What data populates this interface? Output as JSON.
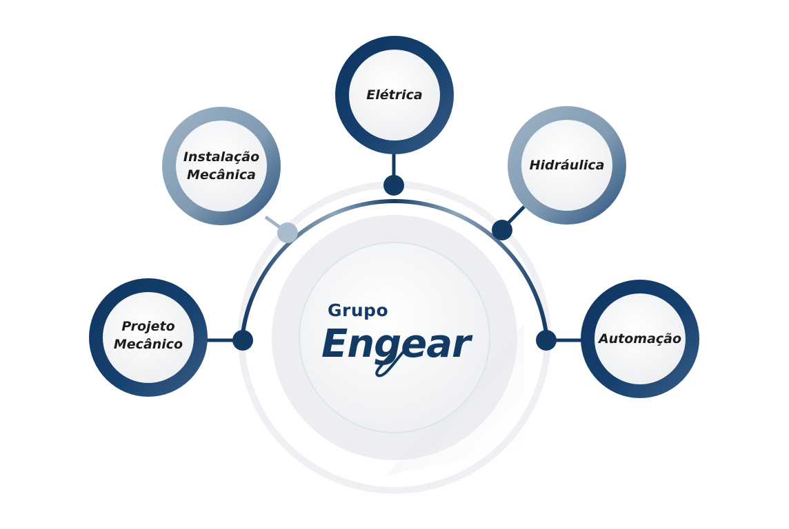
{
  "brand": {
    "line1": "Grupo",
    "line2": "Engear"
  },
  "nodes": [
    {
      "id": "eletrica",
      "lines": [
        "Elétrica"
      ]
    },
    {
      "id": "instalacao-mecanica",
      "lines": [
        "Instalação",
        "Mecânica"
      ]
    },
    {
      "id": "hidraulica",
      "lines": [
        "Hidráulica"
      ]
    },
    {
      "id": "projeto-mecanico",
      "lines": [
        "Projeto",
        "Mecânico"
      ]
    },
    {
      "id": "automacao",
      "lines": [
        "Automação"
      ]
    }
  ],
  "colors": {
    "dark_blue": "#133a63",
    "light_blue": "#8fa7bc",
    "center_disc": "#f4f5f7",
    "ring_light": "#eceef1"
  }
}
